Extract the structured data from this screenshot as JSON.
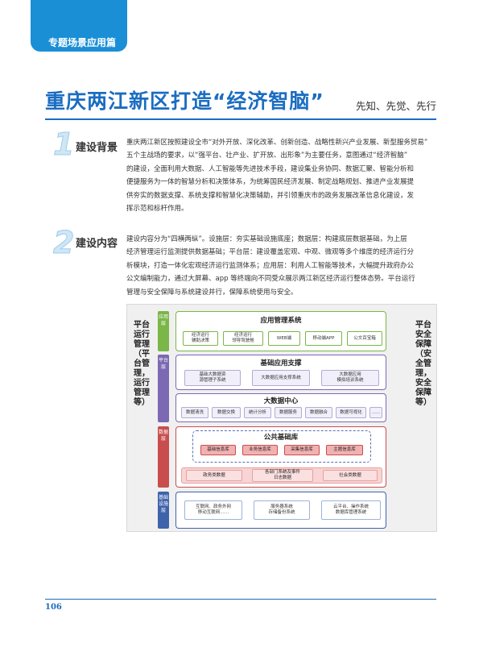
{
  "header": {
    "tab_label": "专题场景应用篇",
    "title": "重庆两江新区打造“经济智脑”",
    "subtitle": "先知、先觉、先行"
  },
  "sections": [
    {
      "number": "1",
      "label": "建设背景",
      "lines": [
        "重庆两江新区按照建设全市“对外开放、深化改革、创新创造、战略性新兴产业发展、新型服务贸易”",
        "五个主战场的要求，以“强平台、壮产业、扩开放、出形象”为主要任务，意图通过“经济智脑”",
        "的建设，全面利用大数据、人工智能等先进技术手段，建设集业务协同、数据汇聚、智能分析和",
        "便捷服务为一体的智慧分析和决策体系，为统筹国民经济发展、制定战略规划、推进产业发展提",
        "供夯实的数据支撑、系统支撑和智慧化决策辅助，并引领重庆市的政务发展改革信息化建设，发",
        "挥示范和标杆作用。"
      ]
    },
    {
      "number": "2",
      "label": "建设内容",
      "lines": [
        "建设内容分为“四横两纵”。设施层：夯实基础设施底座；数据层：构建底层数据基础，为上层",
        "经济管理运行监测提供数据基础；平台层：建设覆盖宏观、中观、微观等多个维度的经济运行分",
        "析模块，打造一体化宏观经济运行监测体系；应用层：利用人工智能等技术，大幅提升政府办公",
        "公文编制能力，通过大屏幕、app 等终端向不同受众展示两江新区经济运行整体态势。平台运行",
        "管理与安全保障与系统建设并行，保障系统使用与安全。"
      ]
    }
  ],
  "diagram": {
    "left_label": "平台运行管理（平台管理，运行管理等）",
    "right_label": "平台安全保障（安全管理，安全保障等）",
    "layers": [
      {
        "tab": "应用层",
        "color": "#7ab648"
      },
      {
        "tab": "平台层",
        "color": "#7c69b3"
      },
      {
        "tab": "数据层",
        "color": "#c94d4d"
      },
      {
        "tab": "基础设施层",
        "color": "#3f63ab"
      }
    ],
    "app": {
      "title": "应用管理系统",
      "items": [
        "经济运行\n辅助决策",
        "经济运行\n领导驾驶舱",
        "WEB端",
        "移动端APP",
        "公文百宝箱"
      ]
    },
    "platform_support": {
      "title": "基础应用支撑",
      "items": [
        "基础大数据资\n源管理子系统",
        "大数据应用支撑系统",
        "大数据应用\n模拟培训系统"
      ]
    },
    "bigdata": {
      "title": "大数据中心",
      "items": [
        "数据清洗",
        "数据交换",
        "统计分析",
        "数据服务",
        "数据融合",
        "数据可视化",
        "……"
      ]
    },
    "database": {
      "title": "公共基础库",
      "items": [
        "基础信息库",
        "业务信息库",
        "采集信息库",
        "主题信息库"
      ],
      "bottom": [
        "政务类数据",
        "各部门系统及事件\n日志数据",
        "社会类数据"
      ]
    },
    "infra": {
      "items": [
        "互联网、政务外网\n移动互联网……",
        "服务器系统\n存储备份系统",
        "云平台、操作系统\n数据库管理系统"
      ]
    }
  },
  "footer": {
    "page_number": "106"
  }
}
